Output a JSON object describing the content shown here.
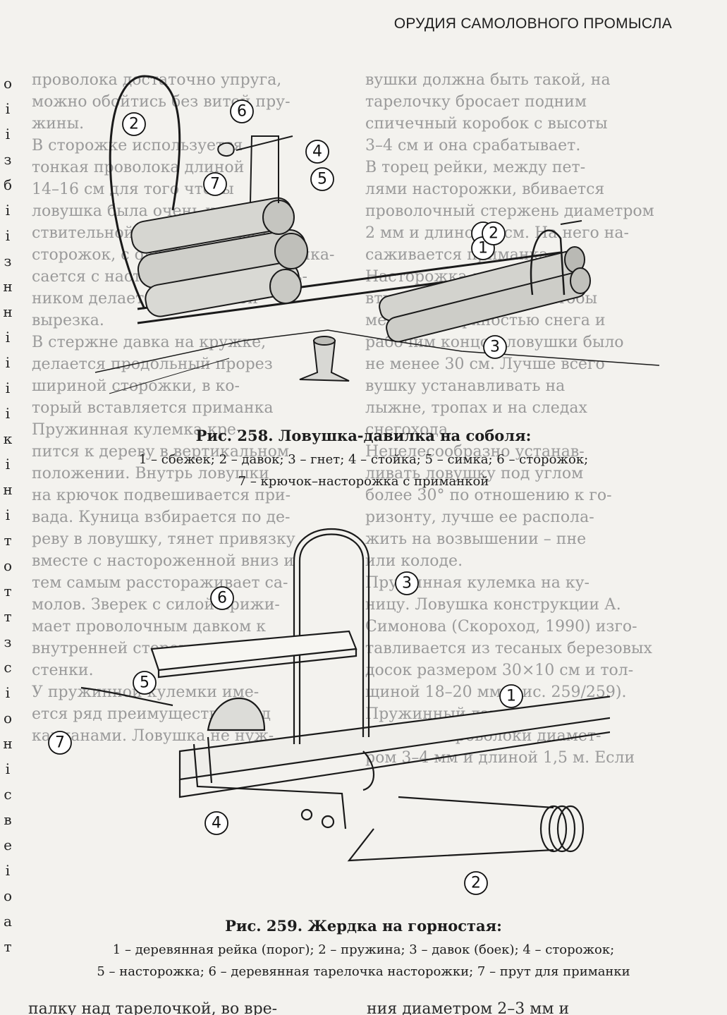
{
  "header": {
    "title": "ОРУДИЯ САМОЛОВНОГО ПРОМЫСЛА"
  },
  "left_edge_letters": [
    "о",
    "і",
    "і",
    "з",
    "б",
    "і",
    "і",
    "з",
    "н",
    "н",
    "і",
    "і",
    "і",
    "і",
    "к",
    "і",
    "н",
    "і",
    "т",
    "о",
    "т",
    "т",
    "з",
    "с",
    "і",
    "о",
    "н",
    "і",
    "с",
    "в",
    "е",
    "і",
    "о",
    "а",
    "т"
  ],
  "column_left": {
    "lines": [
      "проволока достаточно упруга,",
      "можно обойтись без витой пру-",
      "жины.",
      "В сторожке используется",
      "тонкая проволока длиной",
      "14–16 см для того чтобы",
      "ловушка была очень чув-",
      "ствительной. В верхней части",
      "сторожок, с одной стороны соприка-",
      "сается с настороженной, напиль-",
      "ником делается небольшой",
      "вырезка.",
      "В стержне давка на кружке,",
      "делается продольный прорез",
      "шириной сторожки, в ко-",
      "торый вставляется приманка",
      "",
      "Пружинная кулемка кре-",
      "пится к дереву в вертикальном",
      "положении. Внутрь ловушки",
      "на крючок подвешивается при-",
      "вада. Куница взбирается по де-",
      "реву в ловушку, тянет привязку",
      "вместе с настороженной вниз и",
      "тем самым расстораживает са-",
      "молов. Зверек с силой прижи-",
      "мает проволочным давком к",
      "внутренней стороне передней",
      "стенки.",
      "У пружинной кулемки име-",
      "ется ряд преимуществ перед",
      "капканами. Ловушка не нуж-"
    ]
  },
  "column_right": {
    "lines": [
      "вушки должна быть такой, на",
      "тарелочку бросает подним",
      "спичечный коробок с высоты",
      "3–4 см и она срабатывает.",
      "В торец рейки, между пет-",
      "лями насторожки, вбивается",
      "проволочный стержень диаметром",
      "2 мм и длиной 3 см. На него на-",
      "саживается приманка.",
      "Насторожка ловушки",
      "втыкается в снег так, чтобы",
      "между поверхностью снега и",
      "рабочим концом ловушки было",
      "не менее 30 см. Лучше всего",
      "вушку устанавливать на",
      "лыжне, тропах и на следах",
      "снегохода.",
      "Нецелесообразно устанав-",
      "ливать ловушку под углом",
      "более 30° по отношению к го-",
      "ризонту, лучше ее распола-",
      "жить на возвышении – пне",
      "или колоде.",
      "Пружинная кулемка на ку-",
      "ницу. Ловушка конструкции А.",
      "Симонова (Скороход, 1990) изго-",
      "тавливается из тесаных березовых",
      "досок размером 30×10 см и тол-",
      "щиной 18–20 мм (рис. 259/259).",
      "Пружинный давок делают из",
      "стальной проволоки диамет-",
      "ром 3–4 мм и длиной 1,5 м. Если"
    ]
  },
  "figure258": {
    "labels": [
      "1",
      "2",
      "3",
      "4",
      "5",
      "6",
      "7",
      "2"
    ],
    "title": "Рис. 258. Ловушка-давилка на соболя:",
    "line1": "1 – сбежек; 2 – давок; 3 – гнет; 4 – стойка; 5 – симка; 6 – сторожок;",
    "line2": "7 – крючок–насторожка с приманкой"
  },
  "figure259": {
    "labels": [
      "1",
      "2",
      "3",
      "4",
      "5",
      "6",
      "7"
    ],
    "title": "Рис. 259. Жердка на горностая:",
    "line1": "1 – деревянная рейка (порог); 2 – пружина; 3 – давок (боек); 4 – сторожок;",
    "line2": "5 – насторожка; 6 – деревянная тарелочка насторожки; 7 – прут для приманки"
  },
  "footer": {
    "left": "палку над тарелочкой, во вре-",
    "right": "ния диаметром 2–3 мм и"
  }
}
